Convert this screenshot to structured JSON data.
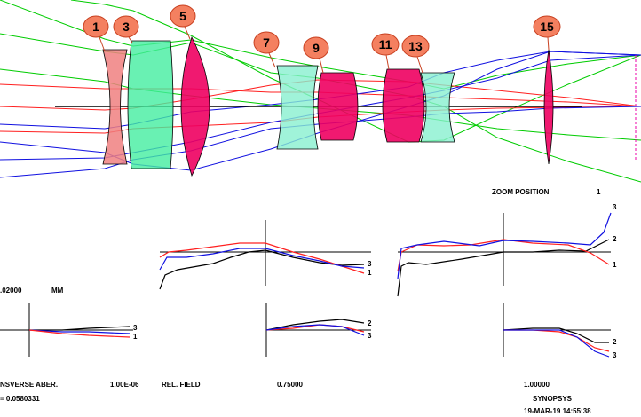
{
  "colors": {
    "ray_red": "#ff2020",
    "ray_green": "#00cc00",
    "ray_blue": "#1010e0",
    "lens_pink": "#f08080",
    "lens_teal": "#44eea0",
    "lens_magenta": "#ee0060",
    "lens_teal_light": "#88f0d0",
    "bubble_fill": "#f48060",
    "bubble_stroke": "#c84020",
    "axis": "#000000"
  },
  "surface_labels": [
    "1",
    "3",
    "5",
    "7",
    "9",
    "11",
    "13",
    "15"
  ],
  "zoom": {
    "label": "ZOOM POSITION",
    "value": "1"
  },
  "scale": {
    "value": ".02000",
    "unit": "MM"
  },
  "footer": {
    "transverse": "NSVERSE ABER.",
    "unit_scale": "1.00E-06",
    "rel_field": "REL. FIELD",
    "field_1": "0.75000",
    "field_2": "1.00000",
    "param": "= 0.0580331",
    "program": "SYNOPSYS",
    "date": "19-MAR-19 14:55:38"
  },
  "curve_labels": {
    "left_upper": [
      "3",
      "1"
    ],
    "left_lower": [
      "3",
      "1"
    ],
    "mid_lower": [
      "2",
      "3"
    ],
    "right_upper": [
      "3",
      "2",
      "1"
    ],
    "right_lower": [
      "2",
      "3"
    ]
  }
}
